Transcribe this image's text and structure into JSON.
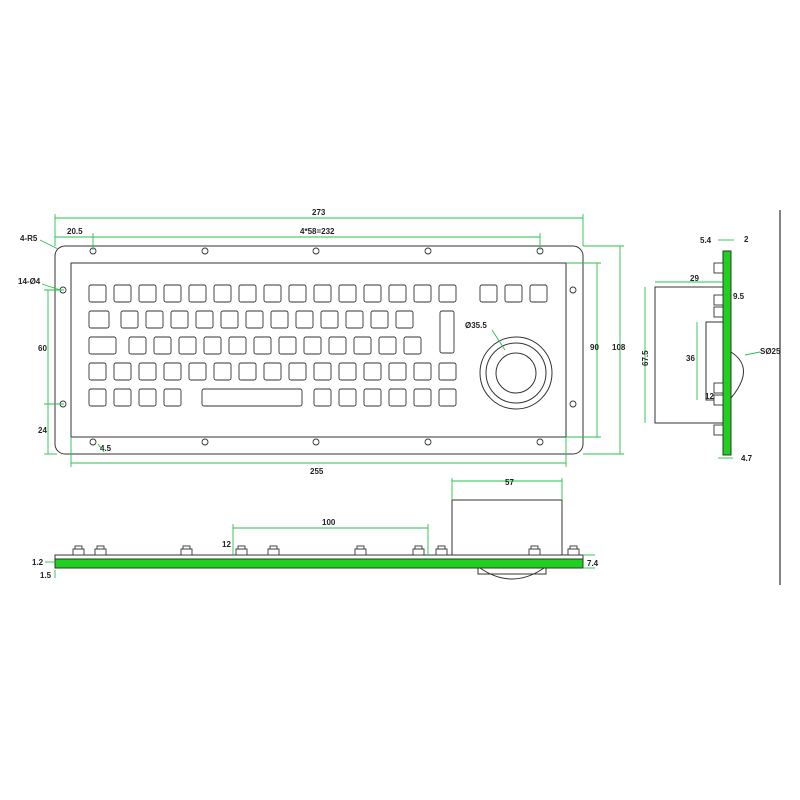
{
  "colors": {
    "pcb": "#1fd11f",
    "dimension_line": "#27c14a",
    "outline": "#333333"
  },
  "front_view": {
    "overall_width": "273",
    "edge_offset": "20.5",
    "hole_spacing": "4*58=232",
    "corner_radius": "4-R5",
    "hole_spec": "14-Ø4",
    "left_vertical_spacing": "60",
    "bottom_left_offset": "24",
    "bottom_hole_offset": "4.5",
    "inner_width": "255",
    "trackball_diameter": "Ø35.5",
    "inner_height": "90",
    "overall_height": "108"
  },
  "side_view": {
    "panel_thickness_top": "5.4",
    "pcb_gap": "2",
    "module_depth": "29",
    "standoff": "9.5",
    "module_height": "67.5",
    "ball_label": "SØ25",
    "bracket_height": "36",
    "bracket_offset": "12",
    "bottom_thickness": "4.7"
  },
  "bottom_view": {
    "bracket_length": "100",
    "bracket_offset": "12",
    "module_width": "57",
    "plate_thickness": "1.2",
    "pcb_thickness": "1.5",
    "total_thickness": "7.4"
  }
}
